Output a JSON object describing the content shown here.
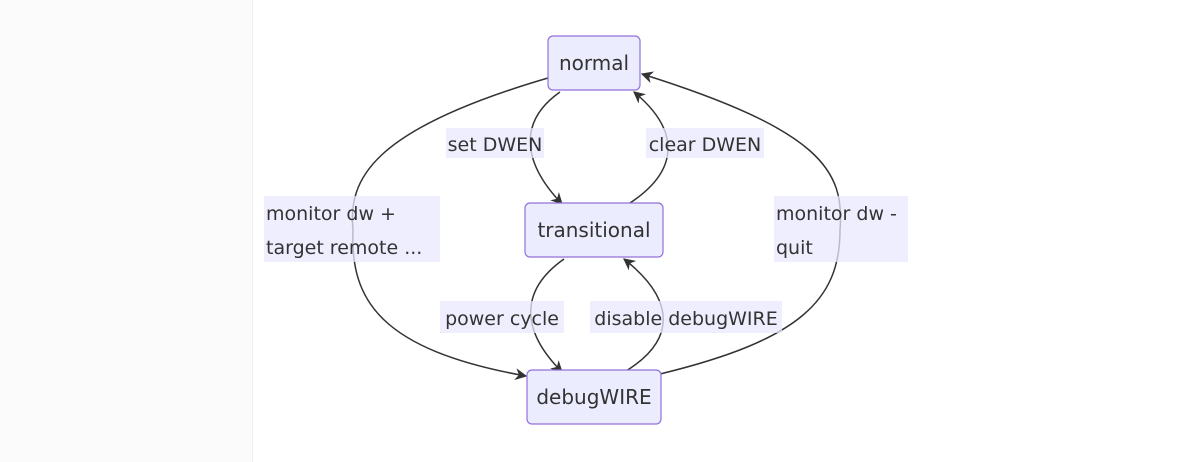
{
  "nodes": {
    "normal": "normal",
    "transitional": "transitional",
    "debugwire": "debugWIRE"
  },
  "edges": {
    "set_dwen": "set DWEN",
    "clear_dwen": "clear DWEN",
    "power_cycle": "power cycle",
    "disable_debugwire": "disable debugWIRE",
    "monitor_dw_plus_line1": "monitor dw +",
    "monitor_dw_plus_line2": "target remote ...",
    "monitor_dw_minus_line1": "monitor dw -",
    "monitor_dw_minus_line2": "quit"
  },
  "colors": {
    "node_fill": "#ECECFF",
    "node_stroke": "#9370DB",
    "edge": "#333333",
    "label_bg": "#E8E8FF"
  }
}
